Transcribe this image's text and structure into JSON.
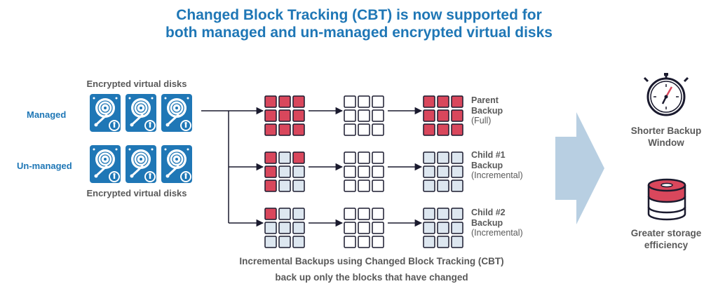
{
  "title": {
    "line1": "Changed Block Tracking (CBT) is now supported for",
    "line2": "both managed and un-managed encrypted virtual disks"
  },
  "disks": {
    "top_label": "Encrypted virtual disks",
    "bottom_label": "Encrypted virtual disks",
    "managed_label": "Managed",
    "unmanaged_label": "Un-managed"
  },
  "backups": [
    {
      "line1": "Parent",
      "line2": "Backup",
      "line3": "(Full)",
      "source_grid": [
        1,
        1,
        1,
        1,
        1,
        1,
        1,
        1,
        1
      ],
      "result_grid": [
        1,
        1,
        1,
        1,
        1,
        1,
        1,
        1,
        1
      ]
    },
    {
      "line1": "Child #1",
      "line2": "Backup",
      "line3": "(Incremental)",
      "source_grid": [
        1,
        0,
        1,
        1,
        0,
        0,
        1,
        0,
        0
      ],
      "result_grid": [
        0,
        0,
        0,
        0,
        0,
        0,
        0,
        0,
        0
      ]
    },
    {
      "line1": "Child #2",
      "line2": "Backup",
      "line3": "(Incremental)",
      "source_grid": [
        1,
        0,
        0,
        0,
        0,
        0,
        0,
        0,
        0
      ],
      "result_grid": [
        0,
        0,
        0,
        0,
        0,
        0,
        0,
        0,
        0
      ]
    }
  ],
  "footer": {
    "line1": "Incremental Backups using Changed Block Tracking (CBT)",
    "line2": "back up only the blocks that have changed"
  },
  "benefits": {
    "shorter_line1": "Shorter Backup",
    "shorter_line2": "Window",
    "storage_line1": "Greater storage",
    "storage_line2": "efficiency"
  },
  "colors": {
    "accent_blue": "#1f77b6",
    "changed_block": "#d9475c",
    "unchanged_block": "#dde7f0",
    "empty_block": "#ffffff",
    "arrow": "#b8cfe2",
    "text_gray": "#595959"
  },
  "icons": [
    "encrypted-disk-icon",
    "stopwatch-icon",
    "database-icon",
    "big-arrow-icon"
  ]
}
